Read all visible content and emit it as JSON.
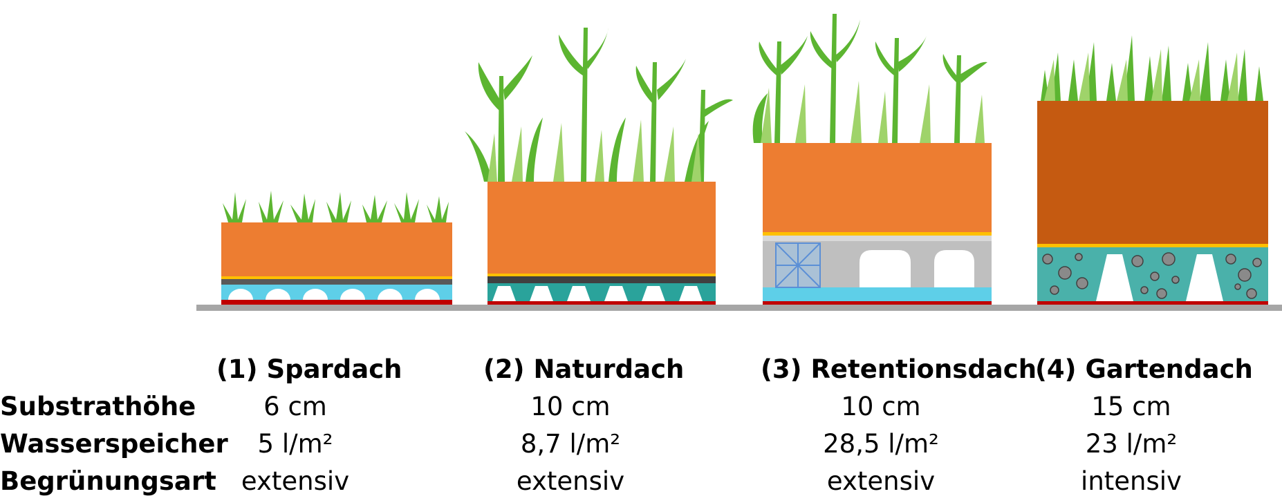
{
  "colors": {
    "ground": "#a6a6a6",
    "substrate": "#ed7d31",
    "substrate_dark": "#c55a11",
    "filter_fleece": "#ffc000",
    "root_barrier": "#c00000",
    "drainage_teal": "#2aa39b",
    "water": "#5ecfe8",
    "retention_grey": "#bfbfbf",
    "grass": "#5cb531",
    "grass_light": "#9fd36a"
  },
  "icons": [
    "grass-tuft-icon",
    "drainage-cup-icon",
    "retention-box-icon",
    "gravel-icon"
  ],
  "row_labels": {
    "height": "Substrathöhe",
    "water": "Wasserspeicher",
    "type": "Begrünungsart"
  },
  "roofs": [
    {
      "title": "(1) Spardach",
      "height": "6 cm",
      "water": "5 l/m²",
      "type": "extensiv"
    },
    {
      "title": "(2) Naturdach",
      "height": "10 cm",
      "water": "8,7 l/m²",
      "type": "extensiv"
    },
    {
      "title": "(3) Retentionsdach",
      "height": "10 cm",
      "water": "28,5 l/m²",
      "type": "extensiv"
    },
    {
      "title": "(4) Gartendach",
      "height": "15 cm",
      "water": "23 l/m²",
      "type": "intensiv"
    }
  ]
}
